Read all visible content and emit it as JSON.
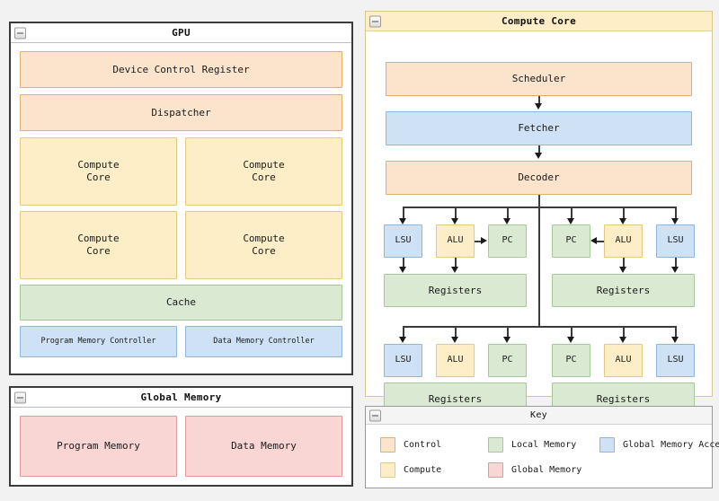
{
  "colors": {
    "control": "#fce3cb",
    "control_border": "#ddb26a",
    "compute": "#fdeec8",
    "compute_border": "#e3ca7c",
    "local_memory": "#d9e9d2",
    "local_memory_border": "#a8c79b",
    "global_memory": "#f9d5d3",
    "global_memory_border": "#e09a97",
    "global_memory_access": "#cfe1f4",
    "global_memory_access_border": "#8fb6dd",
    "canvas": "#f2f2f2",
    "panel_border": "#3b3b3b",
    "connector": "#3b3b3b"
  },
  "gpu_panel": {
    "title": "GPU",
    "device_control_register": "Device Control Register",
    "dispatcher": "Dispatcher",
    "compute_cores": [
      "Compute\nCore",
      "Compute\nCore",
      "Compute\nCore",
      "Compute\nCore"
    ],
    "cache": "Cache",
    "program_memory_controller": "Program Memory Controller",
    "data_memory_controller": "Data Memory Controller"
  },
  "global_memory_panel": {
    "title": "Global Memory",
    "program_memory": "Program Memory",
    "data_memory": "Data Memory"
  },
  "compute_core_panel": {
    "title": "Compute Core",
    "scheduler": "Scheduler",
    "fetcher": "Fetcher",
    "decoder": "Decoder",
    "threads": [
      {
        "lsu": "LSU",
        "alu": "ALU",
        "pc": "PC",
        "registers": "Registers"
      },
      {
        "pc": "PC",
        "alu": "ALU",
        "lsu": "LSU",
        "registers": "Registers"
      },
      {
        "lsu": "LSU",
        "alu": "ALU",
        "pc": "PC",
        "registers": "Registers"
      },
      {
        "pc": "PC",
        "alu": "ALU",
        "lsu": "LSU",
        "registers": "Registers"
      }
    ]
  },
  "key_panel": {
    "title": "Key",
    "entries": [
      {
        "label": "Control",
        "color": "#fce3cb",
        "border": "#ddb26a"
      },
      {
        "label": "Local Memory",
        "color": "#d9e9d2",
        "border": "#a8c79b"
      },
      {
        "label": "Global Memory Access",
        "color": "#cfe1f4",
        "border": "#8fb6dd"
      },
      {
        "label": "Compute",
        "color": "#fdeec8",
        "border": "#e3ca7c"
      },
      {
        "label": "Global Memory",
        "color": "#f9d5d3",
        "border": "#e09a97"
      }
    ]
  }
}
